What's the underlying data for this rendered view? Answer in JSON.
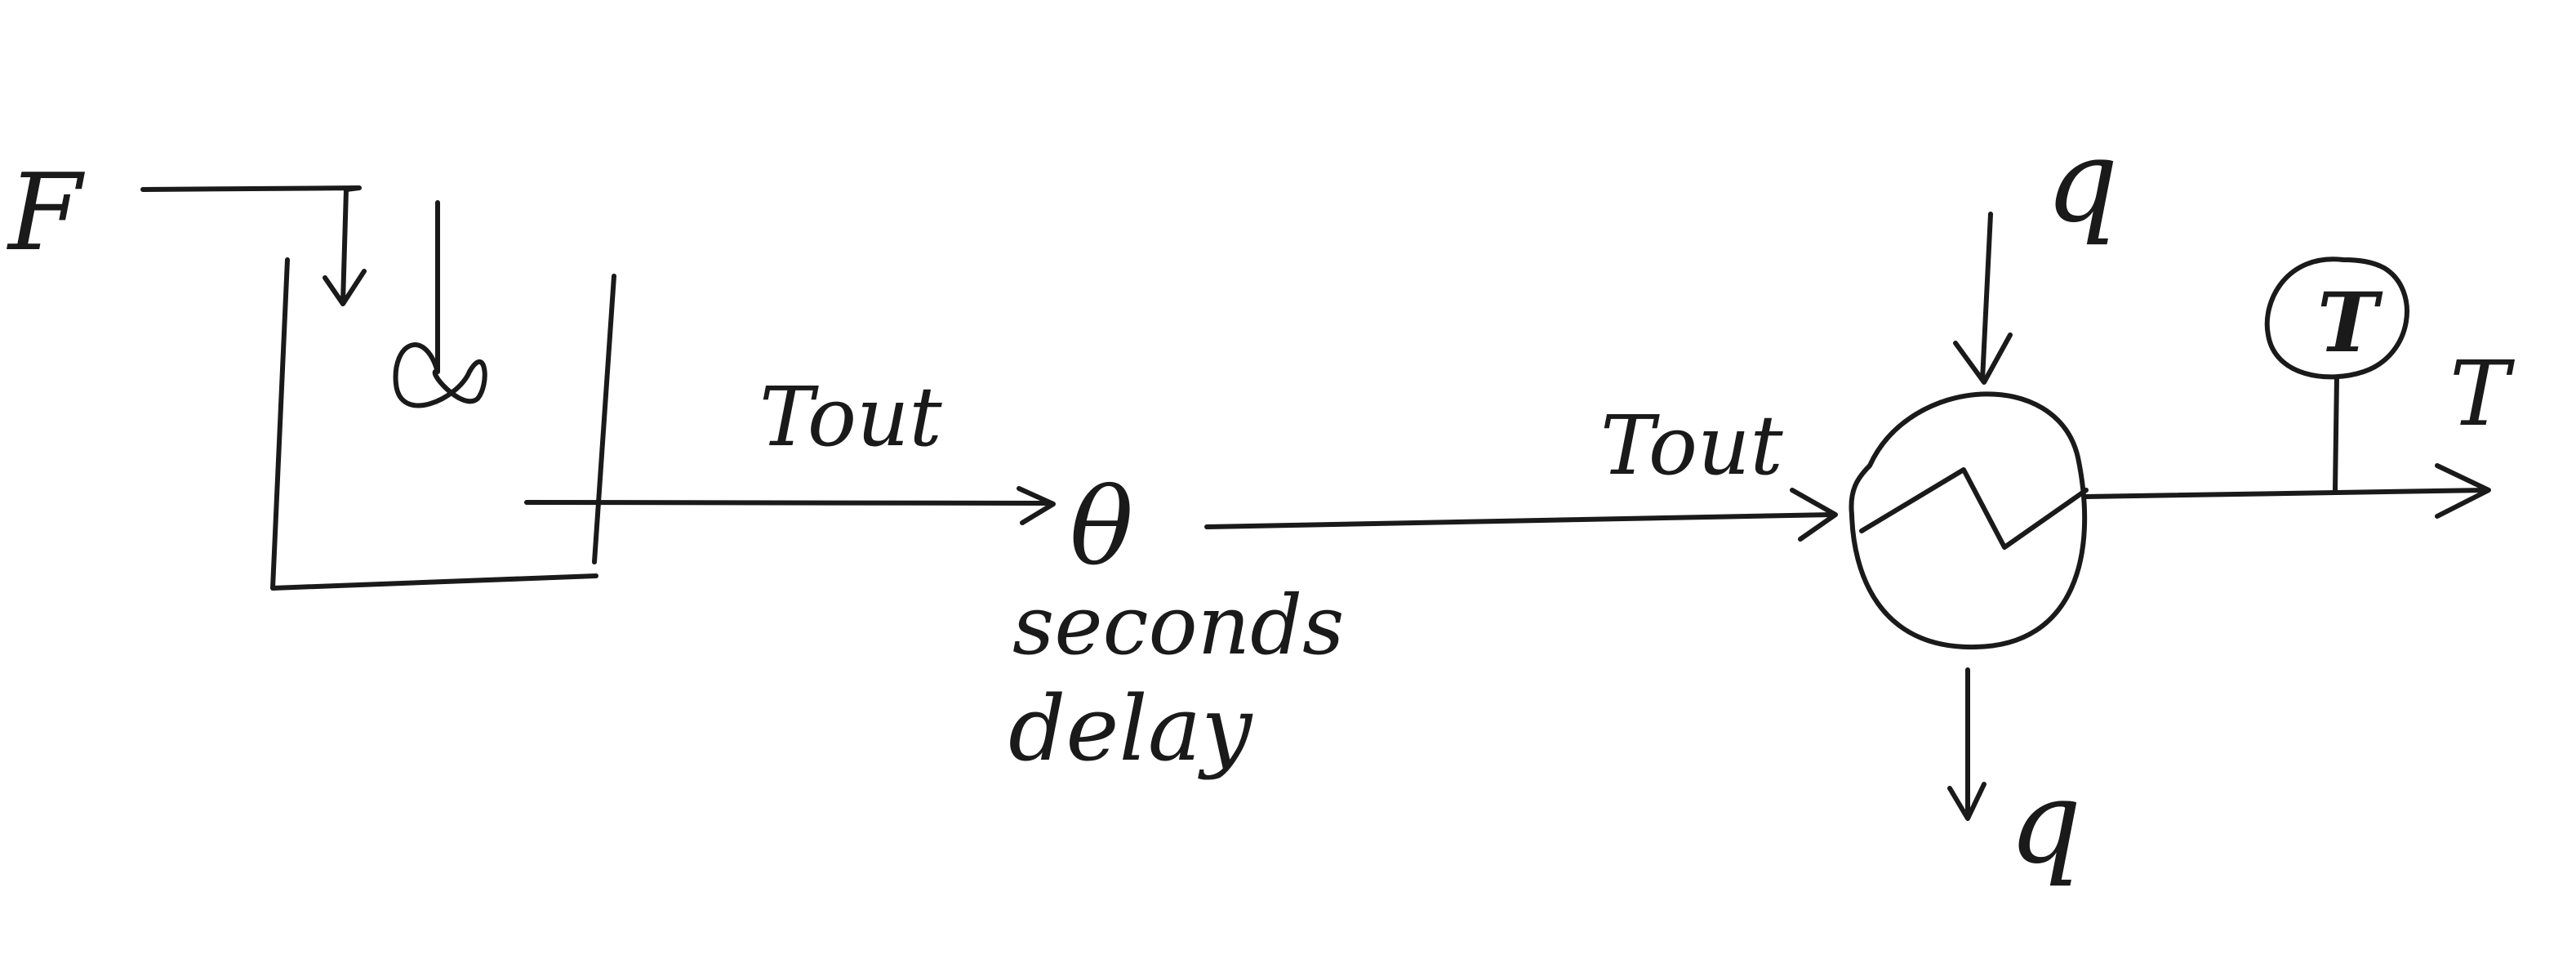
{
  "labels": {
    "feed": "F",
    "t_out_1": "Tout",
    "theta": "θ",
    "delay_line1": "seconds",
    "delay_line2": "delay",
    "t_out_2": "Tout",
    "q_in": "q",
    "q_out": "q",
    "sensor": "T",
    "t_exit": "T"
  },
  "colors": {
    "ink": "#1a1a1a",
    "background": "#ffffff"
  },
  "icons": {
    "agitator": "agitator-icon",
    "heat_exchanger": "heat-exchanger-icon",
    "temperature_sensor": "temperature-sensor-icon"
  }
}
